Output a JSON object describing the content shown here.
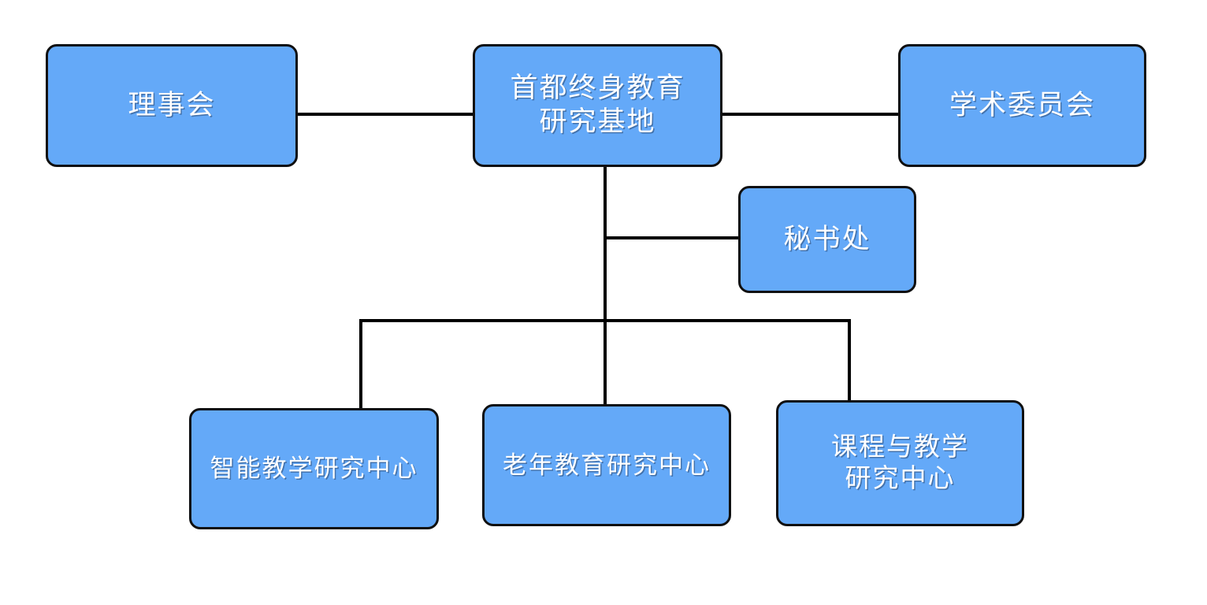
{
  "diagram": {
    "type": "organization-chart",
    "title_node": "首都终身教育研究基地",
    "background_color": "#ffffff",
    "node_fill_color": "#64a9f8",
    "node_border_color": "#101010",
    "node_text_color": "#ffffff",
    "connector_color": "#000000"
  },
  "nodes": {
    "board": {
      "label": "理事会",
      "level": "top-left"
    },
    "base": {
      "label": "首都终身教育\n研究基地",
      "level": "root"
    },
    "academic_committee": {
      "label": "学术委员会",
      "level": "top-right"
    },
    "secretariat": {
      "label": "秘书处",
      "level": "second"
    },
    "center_intelligent_teaching": {
      "label": "智能教学研究中心",
      "level": "third"
    },
    "center_senior_education": {
      "label": "老年教育研究中心",
      "level": "third"
    },
    "center_curriculum_teaching": {
      "label": "课程与教学\n研究中心",
      "level": "third"
    }
  },
  "connections": [
    {
      "from": "board",
      "to": "base",
      "style": "horizontal"
    },
    {
      "from": "base",
      "to": "academic_committee",
      "style": "horizontal"
    },
    {
      "from": "base",
      "to": "secretariat",
      "style": "elbow"
    },
    {
      "from": "base",
      "to": "center_intelligent_teaching",
      "style": "elbow"
    },
    {
      "from": "base",
      "to": "center_senior_education",
      "style": "vertical"
    },
    {
      "from": "base",
      "to": "center_curriculum_teaching",
      "style": "elbow"
    }
  ]
}
